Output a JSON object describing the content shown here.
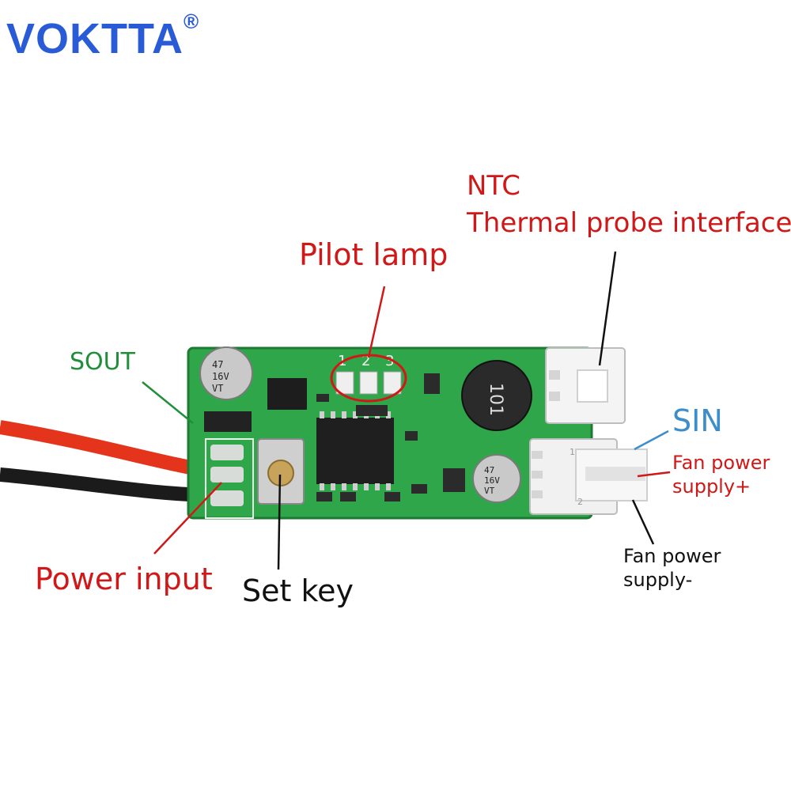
{
  "brand": {
    "name": "VOKTTA",
    "mark": "®",
    "color": "#2a5bd7"
  },
  "annotations": {
    "ntc_title": "NTC",
    "ntc_subtitle": "Thermal probe interface",
    "pilot_lamp": "Pilot lamp",
    "sout": "SOUT",
    "sin": "SIN",
    "fan_plus": "Fan power supply+",
    "fan_minus": "Fan power supply-",
    "power_input": "Power input",
    "set_key": "Set key"
  },
  "board": {
    "led_numbers": [
      "1",
      "2",
      "3"
    ],
    "capacitor_top": [
      "47",
      "16V",
      "VT"
    ],
    "capacitor_bottom": [
      "47",
      "16V",
      "VT"
    ],
    "inductor_code": "101",
    "connector_pin": "1",
    "connector_pin_2": "2"
  },
  "colors": {
    "label_red": "#d01818",
    "label_green": "#1f8f3a",
    "label_blue": "#3c8dcc",
    "pcb": "#2fa64a"
  }
}
